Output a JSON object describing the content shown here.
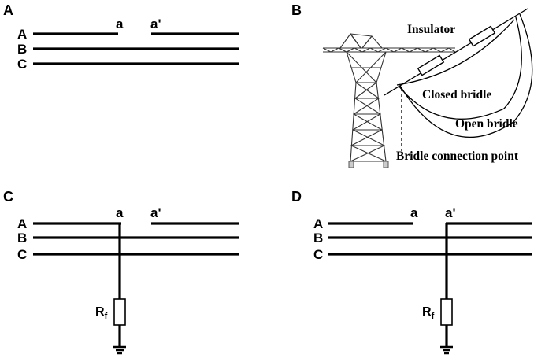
{
  "panels": {
    "A": {
      "label": "A",
      "phases": [
        "A",
        "B",
        "C"
      ],
      "point_a": "a",
      "point_a_prime": "a'"
    },
    "B": {
      "label": "B",
      "insulator": "Insulator",
      "closed_bridle": "Closed bridle",
      "open_bridle": "Open bridle",
      "bridle_connection_point": "Bridle connection point"
    },
    "C": {
      "label": "C",
      "phases": [
        "A",
        "B",
        "C"
      ],
      "point_a": "a",
      "point_a_prime": "a'",
      "resistor": "R",
      "resistor_sub": "f"
    },
    "D": {
      "label": "D",
      "phases": [
        "A",
        "B",
        "C"
      ],
      "point_a": "a",
      "point_a_prime": "a'",
      "resistor": "R",
      "resistor_sub": "f"
    }
  }
}
